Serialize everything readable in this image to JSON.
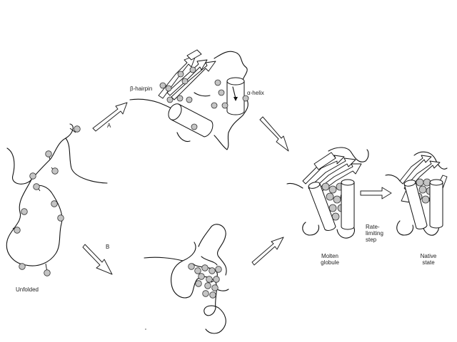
{
  "labels": {
    "unfolded": "Unfolded",
    "beta_hairpin": "β-hairpin",
    "alpha_helix": "α-helix",
    "path_a": "A",
    "path_b": "B",
    "molten_globule_1": "Molten",
    "molten_globule_2": "globule",
    "rate_1": "Rate-",
    "rate_2": "limiting",
    "rate_3": "step",
    "native_1": "Native",
    "native_2": "state"
  },
  "colors": {
    "residue_fill": "#c4c4c4",
    "line": "#111111",
    "background": "#ffffff"
  }
}
